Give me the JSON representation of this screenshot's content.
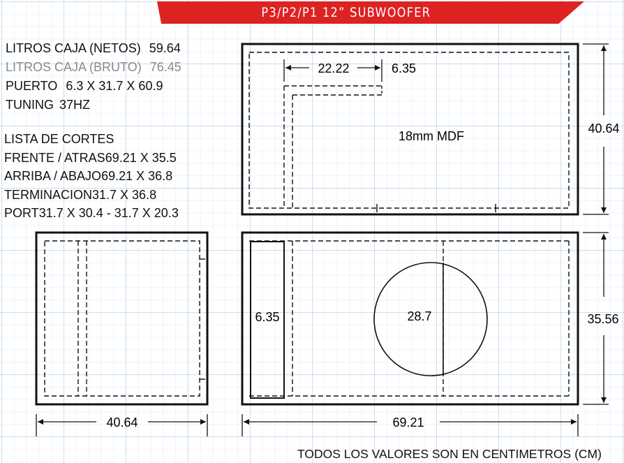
{
  "title": "P3/P2/P1 12” SUBWOOFER",
  "specs": [
    {
      "label": "LITROS CAJA (NETOS)",
      "value": "59.64",
      "muted": false
    },
    {
      "label": "LITROS CAJA (BRUTO)",
      "value": "76.45",
      "muted": true
    },
    {
      "label": "PUERTO",
      "value": "6.3 X 31.7 X 60.9",
      "muted": false
    },
    {
      "label": "TUNING",
      "value": "37HZ",
      "muted": false
    }
  ],
  "cut_list": {
    "heading": "LISTA DE CORTES",
    "items": [
      {
        "label": "FRENTE / ATRAS",
        "value": "69.21 X  35.5"
      },
      {
        "label": "ARRIBA / ABAJO",
        "value": "69.21 X 36.8"
      },
      {
        "label": "TERMINACION",
        "value": "31.7 X 36.8"
      },
      {
        "label": "PORT",
        "value": "31.7 X 30.4  - 31.7 X 20.3"
      }
    ]
  },
  "top_view": {
    "port_length": "22.22",
    "port_width": "6.35",
    "material": "18mm MDF",
    "depth": "40.64"
  },
  "side_view": {
    "width": "40.64"
  },
  "front_view": {
    "port_width": "6.35",
    "cutout_diameter": "28.7",
    "height": "35.56",
    "width": "69.21"
  },
  "footer": "TODOS LOS VALORES SON EN CENTIMETROS (CM)",
  "colors": {
    "banner": "#dd2222",
    "muted_text": "#8a8a8a",
    "line": "#111111"
  }
}
